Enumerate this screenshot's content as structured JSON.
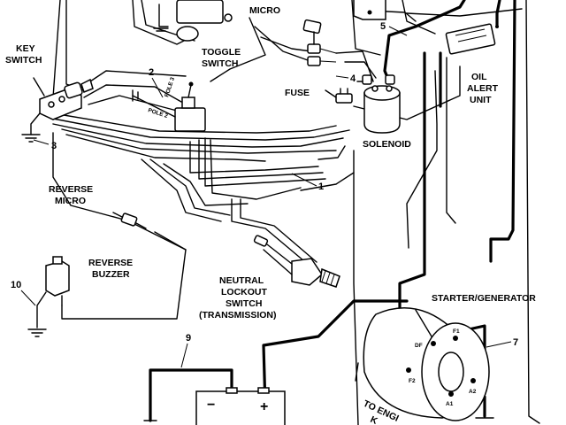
{
  "labels": {
    "key_switch_line1": "KEY",
    "key_switch_line2": "SWITCH",
    "micro": "MICRO",
    "toggle_line1": "TOGGLE",
    "toggle_line2": "SWITCH",
    "pole3": "POLE 3",
    "pole2": "POLE 2",
    "fuse": "FUSE",
    "oil_line1": "OIL",
    "oil_line2": "ALERT",
    "oil_line3": "UNIT",
    "solenoid": "SOLENOID",
    "reverse_micro_line1": "REVERSE",
    "reverse_micro_line2": "MICRO",
    "reverse_buzzer_line1": "REVERSE",
    "reverse_buzzer_line2": "BUZZER",
    "neutral_line1": "NEUTRAL",
    "neutral_line2": "LOCKOUT",
    "neutral_line3": "SWITCH",
    "neutral_line4": "(TRANSMISSION)",
    "starter_generator": "STARTER/GENERATOR",
    "to_engine_line1": "TO ENGI",
    "to_engine_line2": "K",
    "minus": "−",
    "plus": "+",
    "df": "DF",
    "f1": "F1",
    "f2": "F2",
    "a1": "A1",
    "a2": "A2"
  },
  "callouts": {
    "n1": "1",
    "n2": "2",
    "n3": "3",
    "n4": "4",
    "n5": "5",
    "n7": "7",
    "n9": "9",
    "n10": "10"
  },
  "colors": {
    "ink": "#000000",
    "paper": "#ffffff"
  }
}
